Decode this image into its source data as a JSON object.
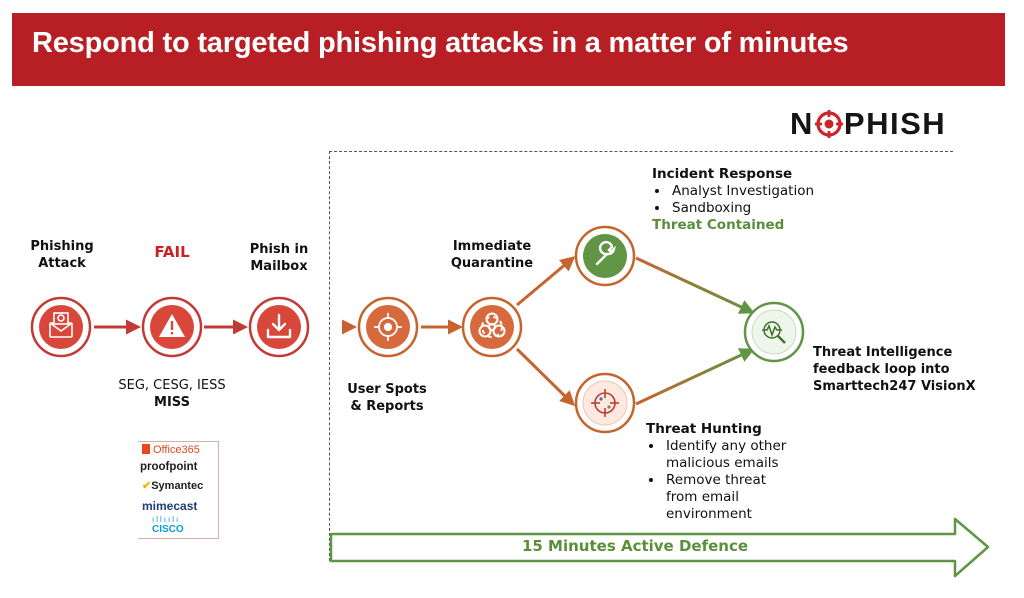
{
  "banner": {
    "title": "Respond to targeted phishing attacks in a matter of minutes"
  },
  "logo": {
    "prefix": "N",
    "suffix": "PHISH"
  },
  "stages": {
    "phishing_attack": "Phishing\nAttack",
    "fail": "FAIL",
    "phish_in_mailbox": "Phish in\nMailbox",
    "user_spots": "User Spots\n& Reports",
    "immediate_quarantine": "Immediate\nQuarantine"
  },
  "miss": {
    "line1": "SEG, CESG, IESS",
    "line2": "MISS"
  },
  "vendors": {
    "office365": "Office365",
    "proofpoint": "proofpoint",
    "symantec": "Symantec",
    "mimecast": "mimecast",
    "cisco": "CISCO"
  },
  "incident_response": {
    "title": "Incident Response",
    "items": [
      "Analyst Investigation",
      "Sandboxing"
    ],
    "outcome": "Threat Contained"
  },
  "threat_hunting": {
    "title": "Threat Hunting",
    "items": [
      "Identify any other malicious emails",
      "Remove threat from email environment"
    ]
  },
  "threat_intel": "Threat Intelligence\nfeedback loop into\nSmarttech247 VisionX",
  "timeline": {
    "label": "15 Minutes Active Defence"
  },
  "colors": {
    "banner": "#b81f25",
    "red_stage": "#d9473b",
    "orange_stage": "#d76a3c",
    "green_stage": "#5f9545",
    "success_text": "#5a8f3a"
  }
}
